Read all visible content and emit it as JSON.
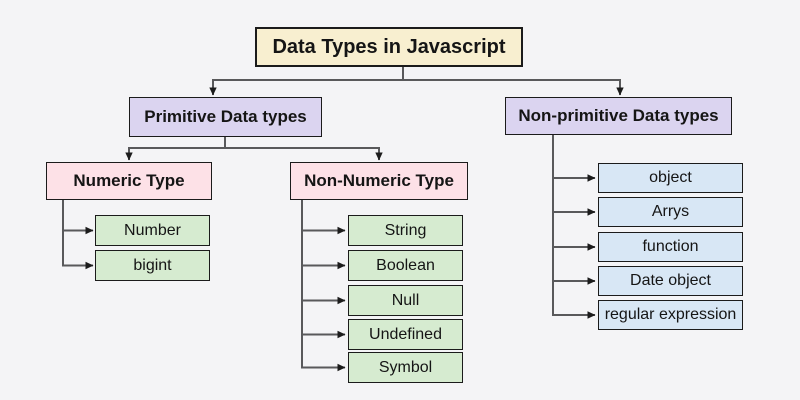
{
  "diagram": {
    "root": {
      "label": "Data Types in Javascript"
    },
    "primitive": {
      "label": "Primitive Data types",
      "numeric": {
        "label": "Numeric Type",
        "items": [
          "Number",
          "bigint"
        ]
      },
      "non_numeric": {
        "label": "Non-Numeric Type",
        "items": [
          "String",
          "Boolean",
          "Null",
          "Undefined",
          "Symbol"
        ]
      }
    },
    "non_primitive": {
      "label": "Non-primitive Data types",
      "items": [
        "object",
        "Arrys",
        "function",
        "Date object",
        "regular expression"
      ]
    },
    "colors": {
      "background": "#f4f4f6",
      "root_fill": "#f8efd0",
      "branch_fill": "#dbd4f0",
      "sub_branch_fill": "#fde1e7",
      "primitive_leaf_fill": "#d6ebd0",
      "non_primitive_leaf_fill": "#d8e7f5",
      "connector": "#59595b",
      "arrowhead": "#1c1c1c"
    }
  }
}
